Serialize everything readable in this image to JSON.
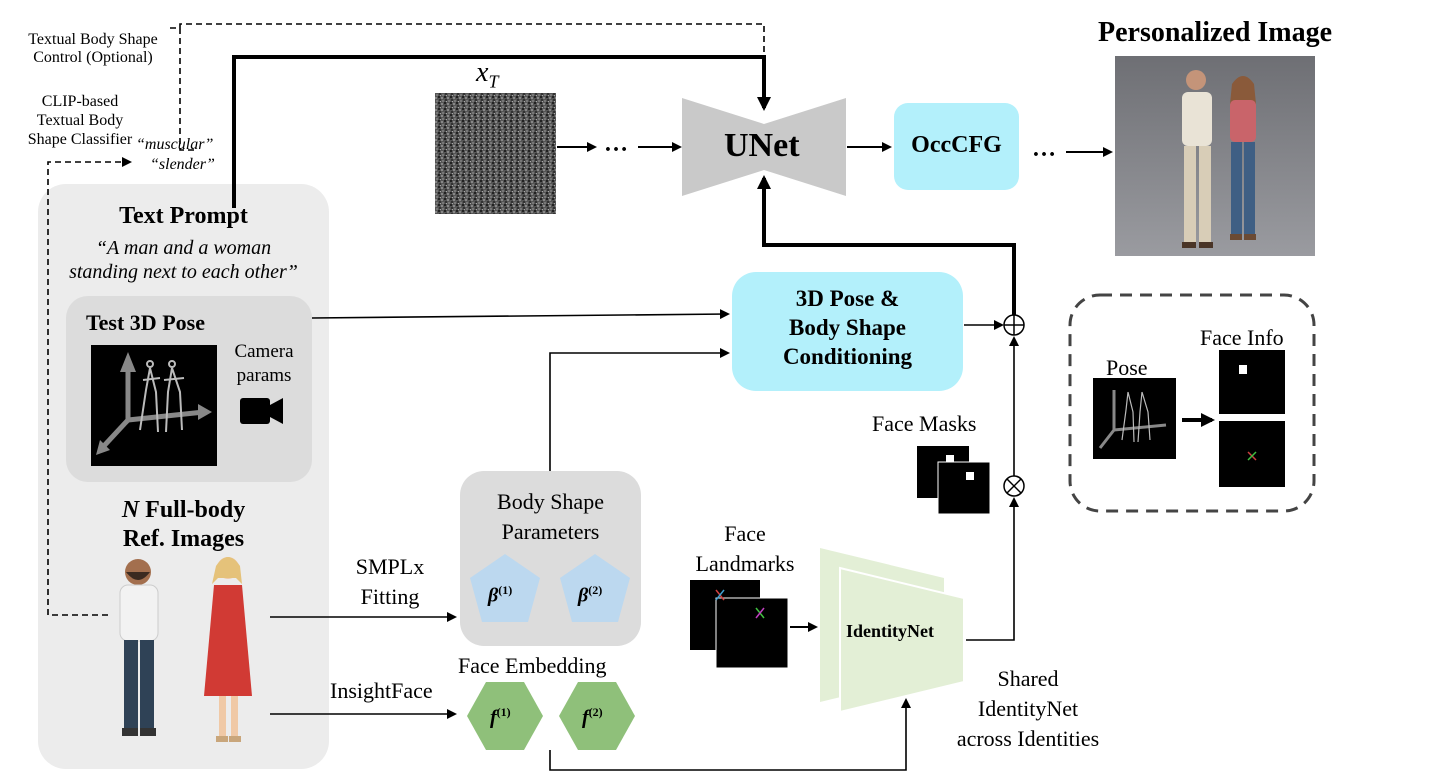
{
  "header": {
    "personalized_title": "Personalized Image"
  },
  "top": {
    "textual_control": [
      "Textual Body Shape",
      "Control (Optional)"
    ],
    "clip_classifier": [
      "CLIP-based",
      "Textual Body",
      "Shape Classifier"
    ],
    "muscular": "“muscular”",
    "slender": "“slender”",
    "noise_label": "x_T",
    "noise_base": "x",
    "noise_sub": "T",
    "ellipsis": "…",
    "unet": "UNet",
    "occcfg": "OccCFG"
  },
  "left_panel": {
    "text_prompt_title": "Text Prompt",
    "prompt_text": [
      "“A man and a woman",
      "standing next to each other”"
    ],
    "test_pose_title": "Test 3D Pose",
    "camera_params": [
      "Camera",
      "params"
    ],
    "full_body_n": "N",
    "full_body_rest": " Full-body",
    "ref_images": "Ref. Images"
  },
  "middle": {
    "smplx_fitting": [
      "SMPLx",
      "Fitting"
    ],
    "insightface": "InsightFace",
    "body_shape_params": [
      "Body Shape",
      "Parameters"
    ],
    "beta1": "β",
    "beta1_sup": "(1)",
    "beta2": "β",
    "beta2_sup": "(2)",
    "face_embedding": "Face Embedding",
    "f1": "f",
    "f1_sup": "(1)",
    "f2": "f",
    "f2_sup": "(2)",
    "conditioning": [
      "3D Pose &",
      "Body Shape",
      "Conditioning"
    ],
    "face_landmarks": [
      "Face",
      "Landmarks"
    ],
    "identitynet": "IdentityNet",
    "shared_identitynet": [
      "Shared",
      "IdentityNet",
      "across Identities"
    ],
    "face_masks": "Face Masks",
    "plus_symbol": "⊕",
    "times_symbol": "⊗"
  },
  "inset": {
    "pose": "Pose",
    "face_info": "Face Info"
  },
  "colors": {
    "cyan_box": "#b3f0fb",
    "panel_gray": "#ececec",
    "pose_box_gray": "#dcdcdc",
    "unet_gray": "#c9c9c9",
    "pentagon_blue": "#bcd8ef",
    "hexagon_green": "#8fc07a",
    "identitynet_green": "#e3efd6"
  },
  "icons": [
    "camera-icon",
    "skeleton-icon",
    "noise-icon",
    "photo-icon",
    "person-icon"
  ]
}
